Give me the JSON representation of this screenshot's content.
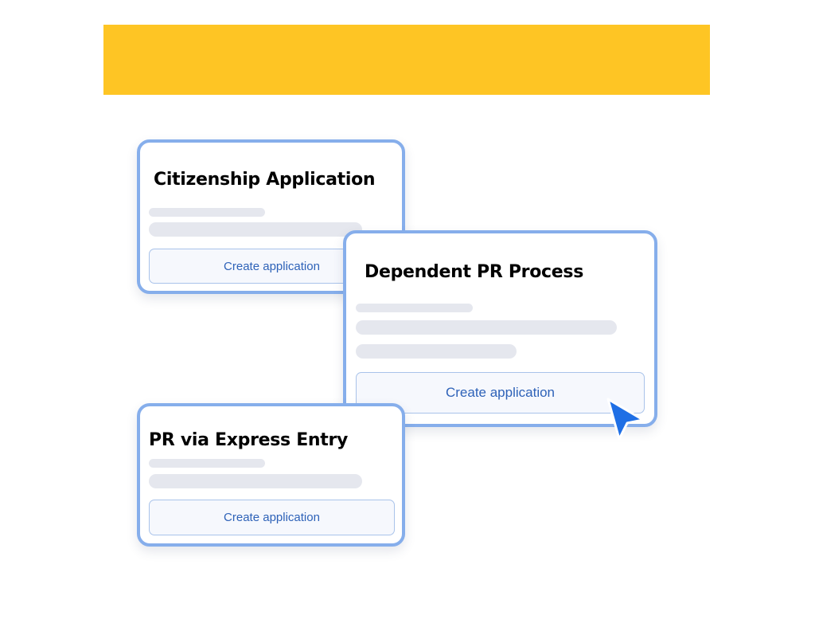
{
  "banner": {
    "color": "#FEC524"
  },
  "cards": [
    {
      "title": "Citizenship Application",
      "button_label": "Create application"
    },
    {
      "title": "Dependent PR Process",
      "button_label": "Create application"
    },
    {
      "title": "PR via Express Entry",
      "button_label": "Create application"
    }
  ],
  "cursor": {
    "icon": "pointer-arrow-icon",
    "color": "#1F6FE5"
  },
  "colors": {
    "card_border": "#86AEEB",
    "button_text": "#2E62B8",
    "placeholder_bar": "#E5E7EE"
  }
}
